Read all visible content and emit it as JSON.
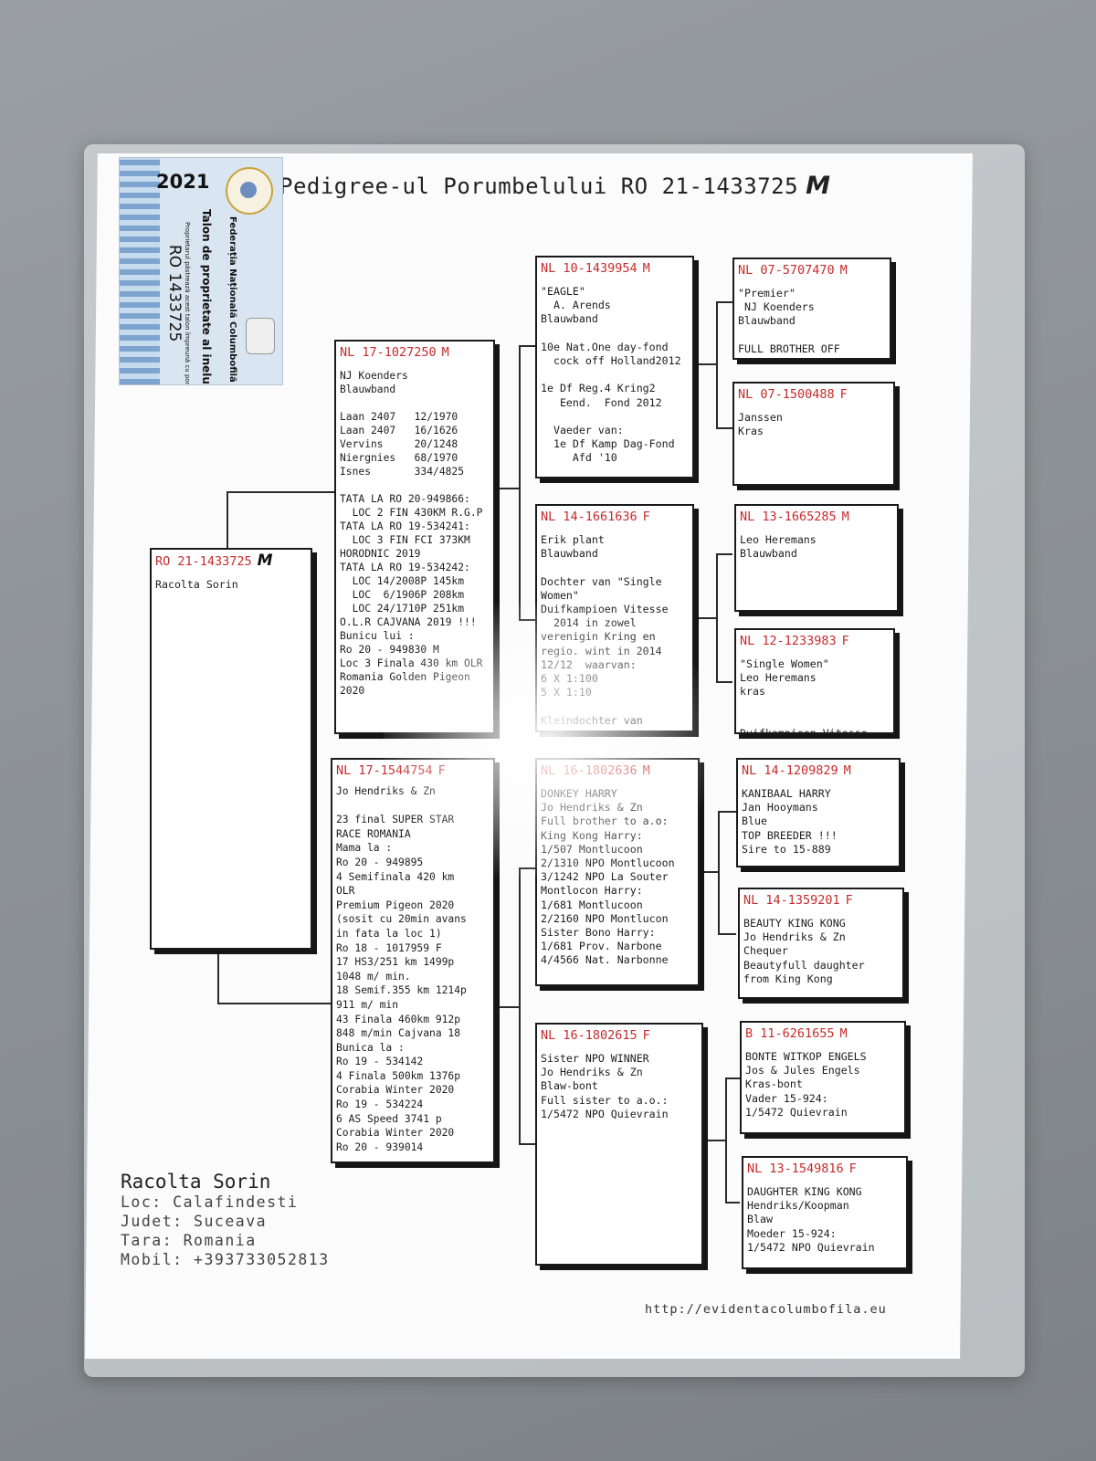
{
  "title": {
    "text": "Pedigree-ul Porumbelului RO 21-1433725",
    "sex": "M"
  },
  "sticker": {
    "year": "2021",
    "federation": "Federația Națională Columbofilă din România",
    "label": "Talon de proprietate al inelului",
    "note": "Proprietarul păstrează acest talon împreună cu porumbelul",
    "ring": "RO 1433725"
  },
  "pigeons": {
    "main": {
      "id": "RO 21-1433725",
      "sex": "M",
      "text": "Racolta Sorin"
    },
    "sire": {
      "id": "NL 17-1027250",
      "sex": "M",
      "text": "NJ Koenders\nBlauwband\n\nLaan 2407   12/1970\nLaan 2407   16/1626\nVervins     20/1248\nNiergnies   68/1970\nIsnes       334/4825\n\nTATA LA RO 20-949866:\n  LOC 2 FIN 430KM R.G.P\nTATA LA RO 19-534241:\n  LOC 3 FIN FCI 373KM\nHORODNIC 2019\nTATA LA RO 19-534242:\n  LOC 14/2008P 145km\n  LOC  6/1906P 208km\n  LOC 24/1710P 251km\nO.L.R CAJVANA 2019 !!!\nBunicu lui :\nRo 20 - 949830 M\nLoc 3 Finala 430 km OLR\nRomania Golden Pigeon\n2020"
    },
    "dam": {
      "id": "NL 17-1544754",
      "sex": "F",
      "text": "Jo Hendriks & Zn\n\n23 final SUPER STAR\nRACE ROMANIA\nMama la :\nRo 20 - 949895\n4 Semifinala 420 km\nOLR\nPremium Pigeon 2020\n(sosit cu 20min avans\nin fata la loc 1)\nRo 18 - 1017959 F\n17 HS3/251 km 1499p\n1048 m/ min.\n18 Semif.355 km 1214p\n911 m/ min\n43 Finala 460km 912p\n848 m/min Cajvana 18\nBunica la :\nRo 19 - 534142\n4 Finala 500km 1376p\nCorabia Winter 2020\nRo 19 - 534224\n6 AS Speed 3741 p\nCorabia Winter 2020\nRo 20 - 939014"
    },
    "ss": {
      "id": "NL 10-1439954",
      "sex": "M",
      "text": "\"EAGLE\"\n  A. Arends\nBlauwband\n\n10e Nat.One day-fond\n  cock off Holland2012\n\n1e Df Reg.4 Kring2\n   Eend.  Fond 2012\n\n  Vaeder van:\n  1e Df Kamp Dag-Fond\n     Afd '10"
    },
    "sd": {
      "id": "NL 14-1661636",
      "sex": "F",
      "text": "Erik plant\nBlauwband\n\nDochter van \"Single\nWomen\"\nDuifkampioen Vitesse\n  2014 in zowel\nverenigin Kring en\nregio. wint in 2014\n12/12  waarvan:\n6 X 1:100\n5 X 1:10\n\nKleindochter van"
    },
    "ds": {
      "id": "NL 16-1802636",
      "sex": "M",
      "text": "DONKEY HARRY\nJo Hendriks & Zn\nFull brother to a.o:\nKing Kong Harry:\n1/507 Montlucoon\n2/1310 NPO Montlucoon\n3/1242 NPO La Souter\nMontlocon Harry:\n1/681 Montlucoon\n2/2160 NPO Montlucon\nSister Bono Harry:\n1/681 Prov. Narbone\n4/4566 Nat. Narbonne"
    },
    "dd": {
      "id": "NL 16-1802615",
      "sex": "F",
      "text": "Sister NPO WINNER\nJo Hendriks & Zn\nBlaw-bont\nFull sister to a.o.:\n1/5472 NPO Quievrain"
    },
    "sss": {
      "id": "NL 07-5707470",
      "sex": "M",
      "text": "\"Premier\"\n NJ Koenders\nBlauwband\n\nFULL BROTHER OFF"
    },
    "ssd": {
      "id": "NL 07-1500488",
      "sex": "F",
      "text": "Janssen\nKras"
    },
    "sds": {
      "id": "NL 13-1665285",
      "sex": "M",
      "text": "Leo Heremans\nBlauwband"
    },
    "sdd": {
      "id": "NL 12-1233983",
      "sex": "F",
      "text": "\"Single Women\"\nLeo Heremans\nkras\n\n\nDuifkampioen Vitesse"
    },
    "dss": {
      "id": "NL 14-1209829",
      "sex": "M",
      "text": "KANIBAAL HARRY\nJan Hooymans\nBlue\nTOP BREEDER !!!\nSire to 15-889"
    },
    "dsd": {
      "id": "NL 14-1359201",
      "sex": "F",
      "text": "BEAUTY KING KONG\nJo Hendriks & Zn\nChequer\nBeautyfull daughter\nfrom King Kong"
    },
    "dds": {
      "id": "B 11-6261655",
      "sex": "M",
      "text": "BONTE WITKOP ENGELS\nJos & Jules Engels\nKras-bont\nVader 15-924:\n1/5472 Quievrain"
    },
    "ddd": {
      "id": "NL 13-1549816",
      "sex": "F",
      "text": "DAUGHTER KING KONG\nHendriks/Koopman\nBlaw\nMoeder 15-924:\n1/5472 NPO Quievrain"
    }
  },
  "owner": {
    "name": "Racolta Sorin",
    "loc": "Loc: Calafindesti",
    "judet": "Judet: Suceava",
    "tara": "Tara: Romania",
    "mobil": "Mobil: +393733052813"
  },
  "url": "http://evidentacolumbofila.eu"
}
